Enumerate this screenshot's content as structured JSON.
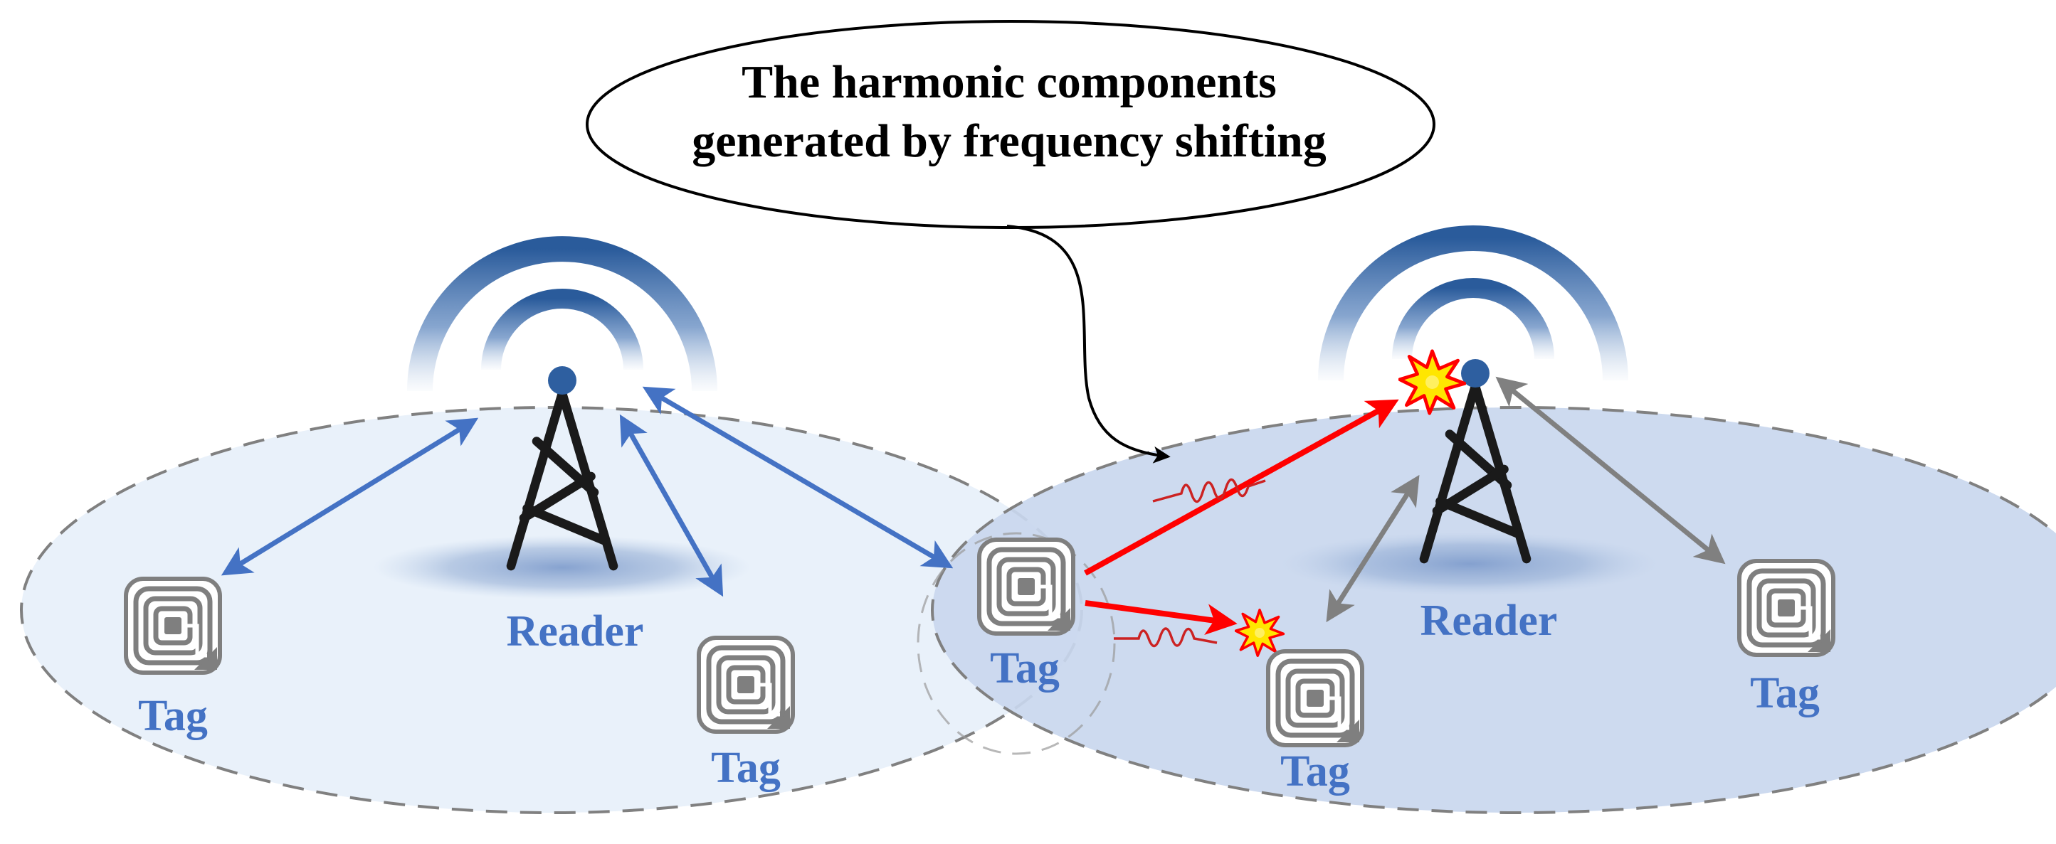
{
  "callout": {
    "line1": "The harmonic components",
    "line2": "generated by frequency shifting"
  },
  "readers": [
    {
      "label": "Reader"
    },
    {
      "label": "Reader"
    }
  ],
  "tags": [
    {
      "label": "Tag"
    },
    {
      "label": "Tag"
    },
    {
      "label": "Tag"
    },
    {
      "label": "Tag"
    },
    {
      "label": "Tag"
    }
  ],
  "colors": {
    "label_blue": "#4472c4",
    "link_blue": "#4472c4",
    "interference_red": "#ff0000",
    "link_gray": "#808080",
    "left_zone_fill": "#e9f1fa",
    "right_zone_fill": "#c9d7ee",
    "zone_border": "#808080",
    "tower": "#1a1a1a",
    "signal_wave": "#2f5f9e",
    "tag_icon": "#7f7f7f",
    "collision_fill": "#ffe600",
    "collision_stroke": "#ff0000"
  },
  "icons": {
    "tower": "radio-tower-icon",
    "tag": "rfid-tag-icon",
    "collision": "collision-burst-icon",
    "harmonic": "harmonic-wave-icon"
  }
}
